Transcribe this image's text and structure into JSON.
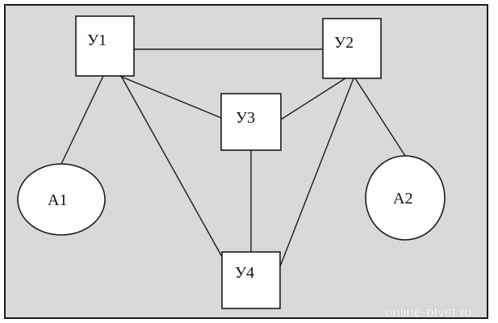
{
  "diagram": {
    "nodes": {
      "u1": {
        "label": "У1",
        "shape": "rectangle"
      },
      "u2": {
        "label": "У2",
        "shape": "rectangle"
      },
      "u3": {
        "label": "У3",
        "shape": "rectangle"
      },
      "u4": {
        "label": "У4",
        "shape": "rectangle"
      },
      "a1": {
        "label": "А1",
        "shape": "ellipse"
      },
      "a2": {
        "label": "А2",
        "shape": "ellipse"
      }
    },
    "edges": [
      [
        "u1",
        "u2"
      ],
      [
        "u1",
        "u3"
      ],
      [
        "u1",
        "a1"
      ],
      [
        "u1",
        "u4"
      ],
      [
        "u2",
        "u3"
      ],
      [
        "u2",
        "a2"
      ],
      [
        "u2",
        "u4"
      ],
      [
        "u3",
        "u4"
      ]
    ]
  },
  "watermark": {
    "text": "online-otvet.ru"
  },
  "colors": {
    "background": "#d9d9d9",
    "frame": "#1a1a1a",
    "node_fill": "#ffffff",
    "line": "#1a1a1a"
  }
}
